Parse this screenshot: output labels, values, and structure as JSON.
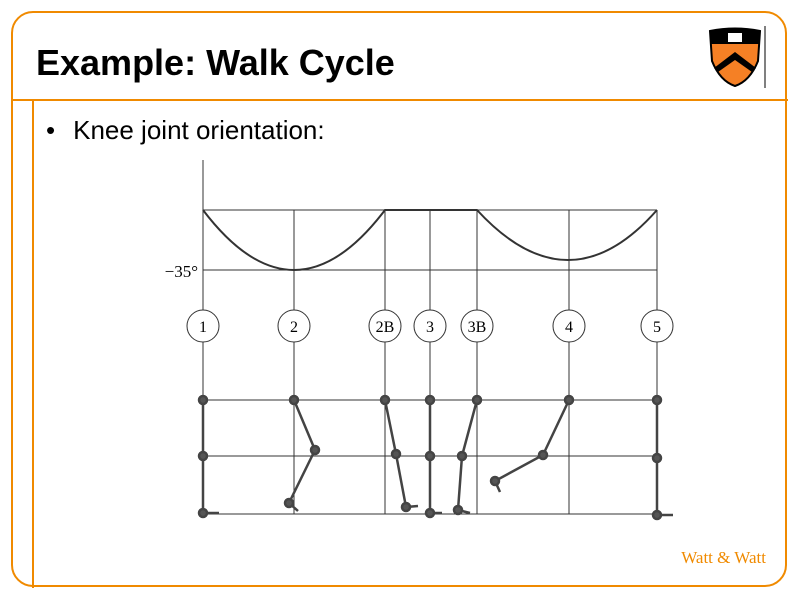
{
  "slide": {
    "title": "Example: Walk Cycle",
    "bullet": "Knee joint orientation:",
    "credit": "Watt & Watt"
  },
  "diagram": {
    "angle_label": "−35°",
    "phases": [
      "1",
      "2",
      "2B",
      "3",
      "3B",
      "4",
      "5"
    ]
  },
  "colors": {
    "accent": "#f08a00"
  }
}
